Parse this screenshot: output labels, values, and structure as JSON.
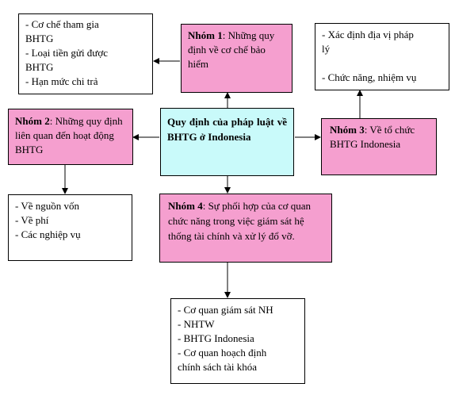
{
  "center": {
    "text": "Quy định của pháp luật về BHTG ở Indonesia"
  },
  "group1": {
    "heading": "Nhóm 1",
    "text": ": Những quy định về cơ chế bảo hiểm",
    "details": [
      "-  Cơ chế tham gia",
      "BHTG",
      "- Loại tiền gửi được",
      "BHTG",
      "- Hạn mức chi trả"
    ]
  },
  "group2": {
    "heading": "Nhóm 2",
    "text": ": Những quy định liên quan đến hoạt động BHTG",
    "details": [
      "- Về nguồn vốn",
      "- Về phí",
      "- Các nghiệp vụ"
    ]
  },
  "group3": {
    "heading": "Nhóm 3",
    "text": ": Về tổ chức BHTG Indonesia",
    "details": [
      "- Xác định địa vị pháp",
      "lý",
      "",
      "- Chức năng, nhiệm vụ"
    ]
  },
  "group4": {
    "heading": "Nhóm 4",
    "text": ": Sự phối hợp của cơ quan chức năng trong việc giám sát hệ thống tài chính và xử lý đổ vỡ.",
    "details": [
      "- Cơ quan giám sát NH",
      "- NHTW",
      "- BHTG Indonesia",
      "- Cơ quan hoạch định",
      "chính sách tài khóa"
    ]
  },
  "colors": {
    "pink": "#f59fcf",
    "cyan": "#c9fafa",
    "border": "#000000"
  }
}
